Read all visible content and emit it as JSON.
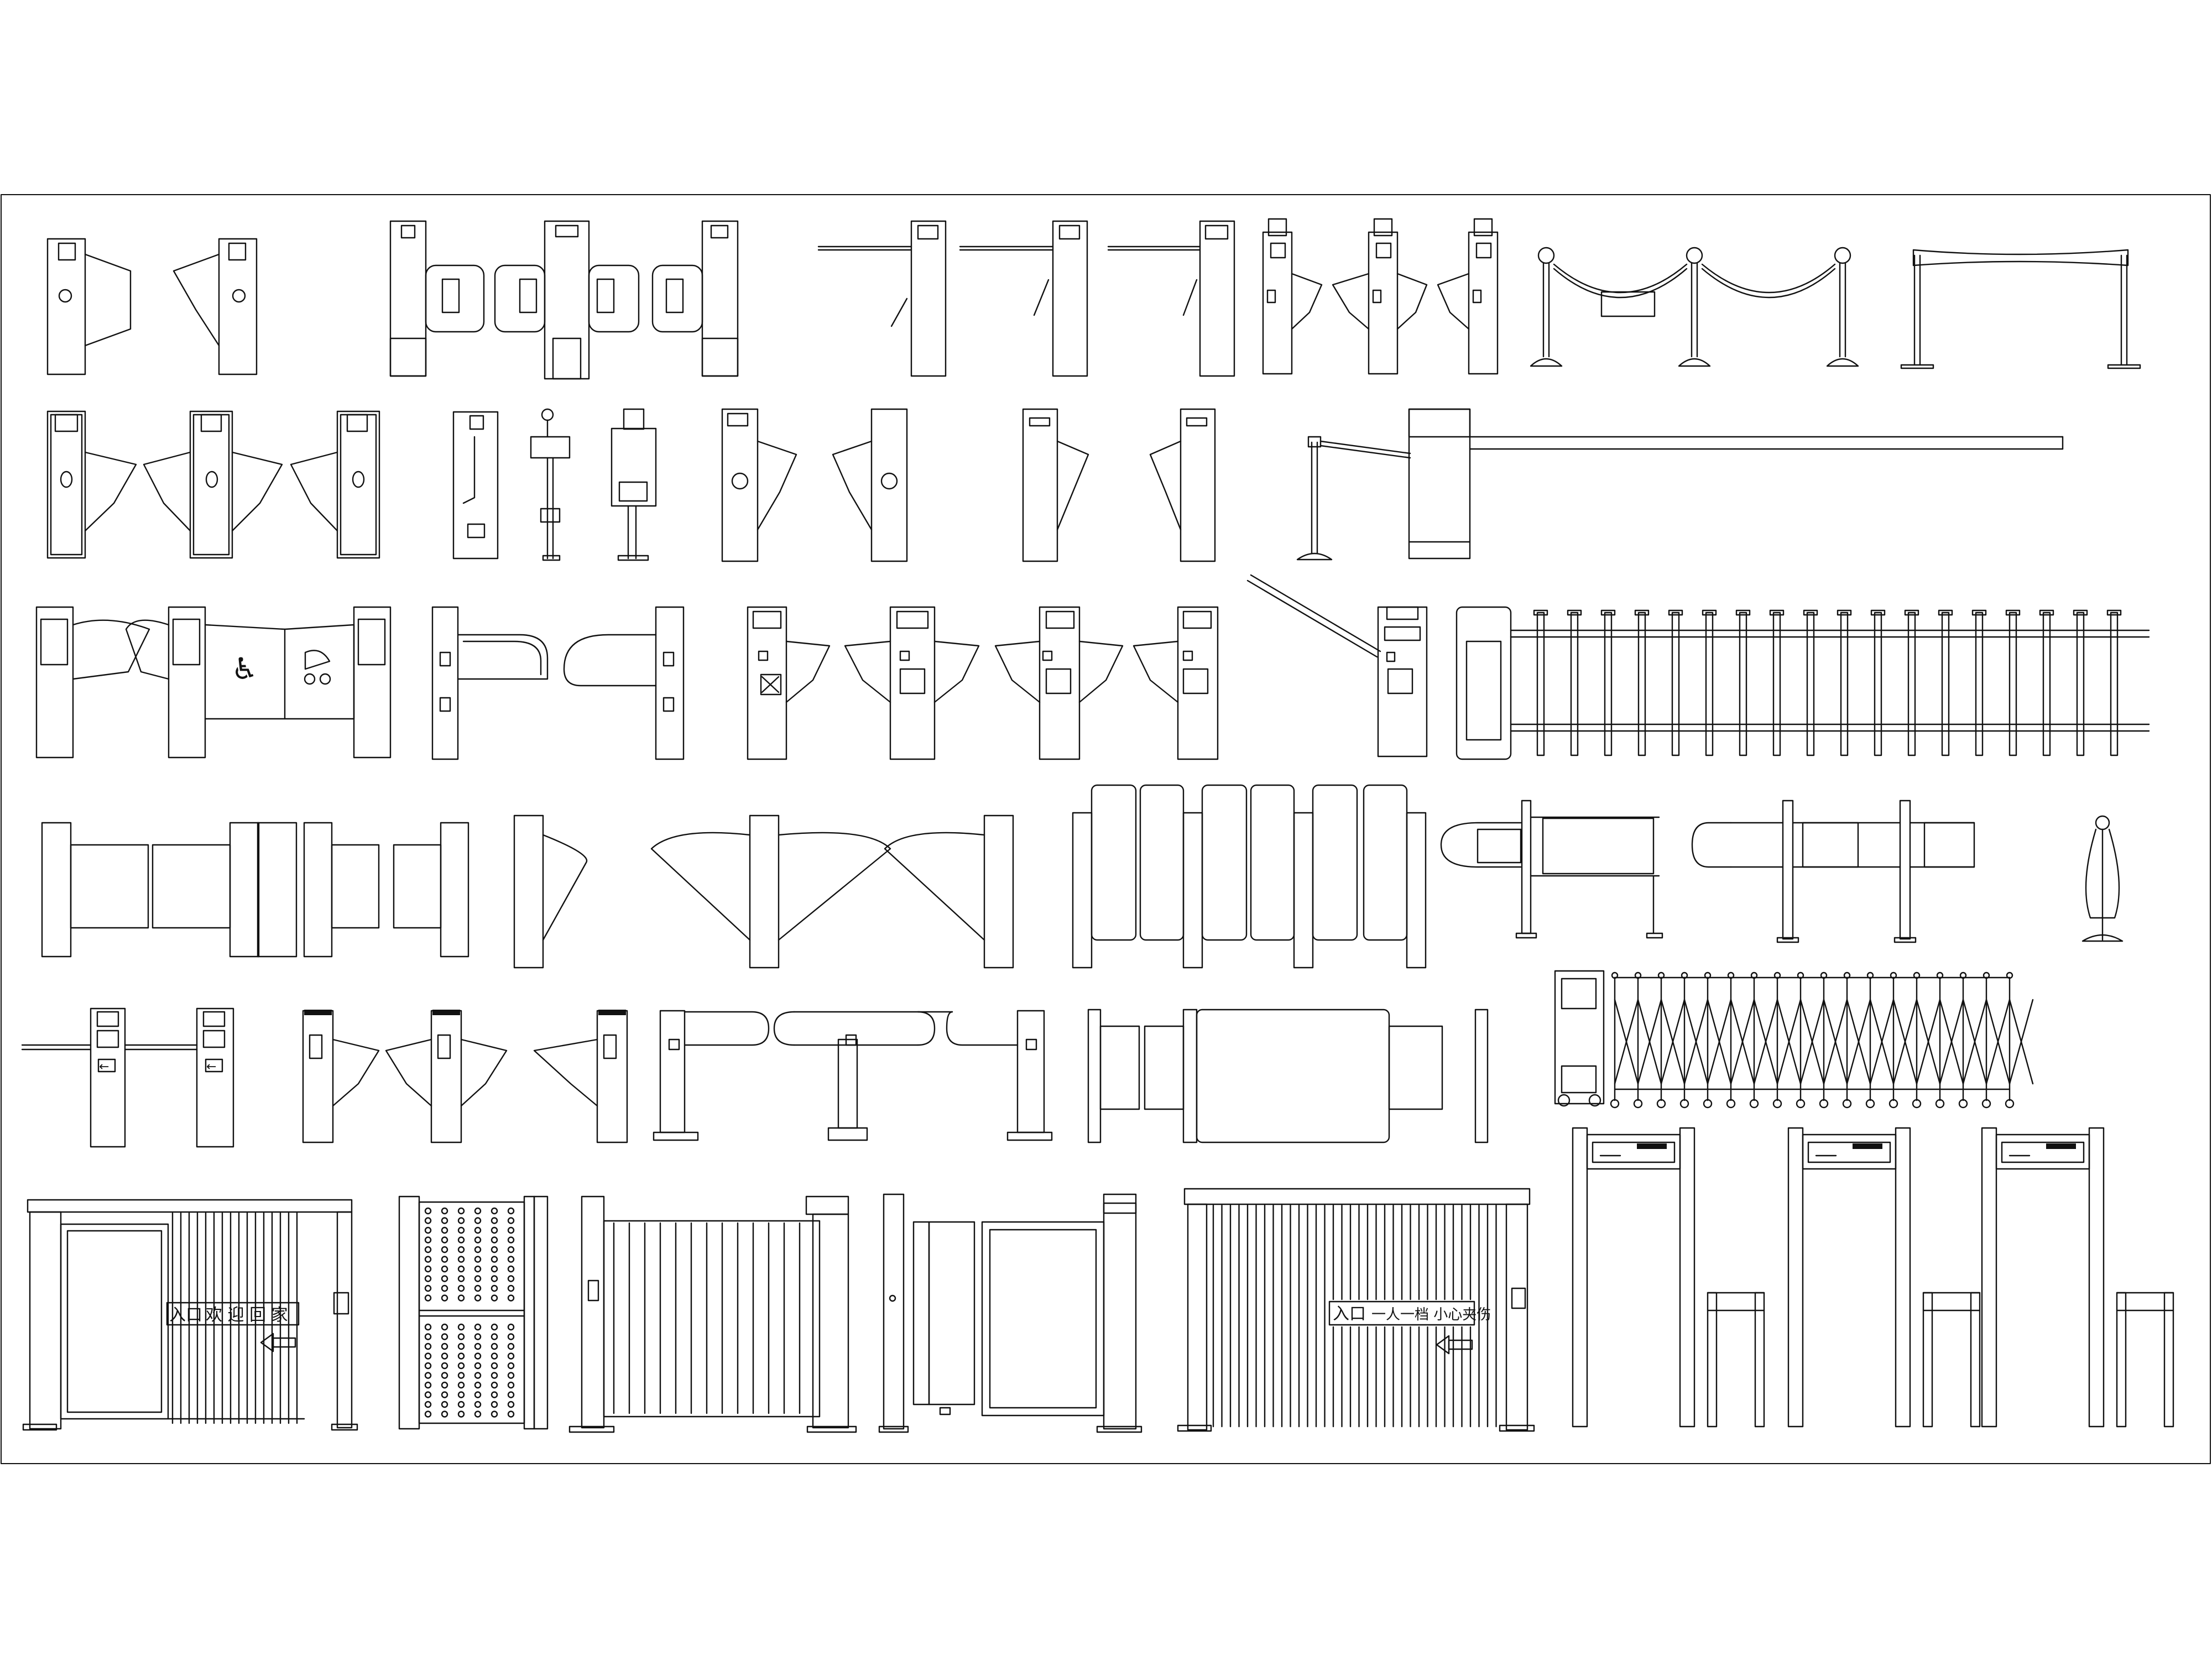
{
  "sheet": {
    "title": "",
    "line_color": "#111111",
    "background_color": "#ffffff"
  },
  "labels": {
    "sign_a_entrance": "入口",
    "sign_a_text": "欢 迎 回 家",
    "sign_b_entrance": "入口",
    "sign_b_text": "一人一档  小心夹伤"
  },
  "symbols": {
    "wheelchair": "wheelchair-icon",
    "stroller": "stroller-icon",
    "arrow": "arrow-left-icon"
  }
}
